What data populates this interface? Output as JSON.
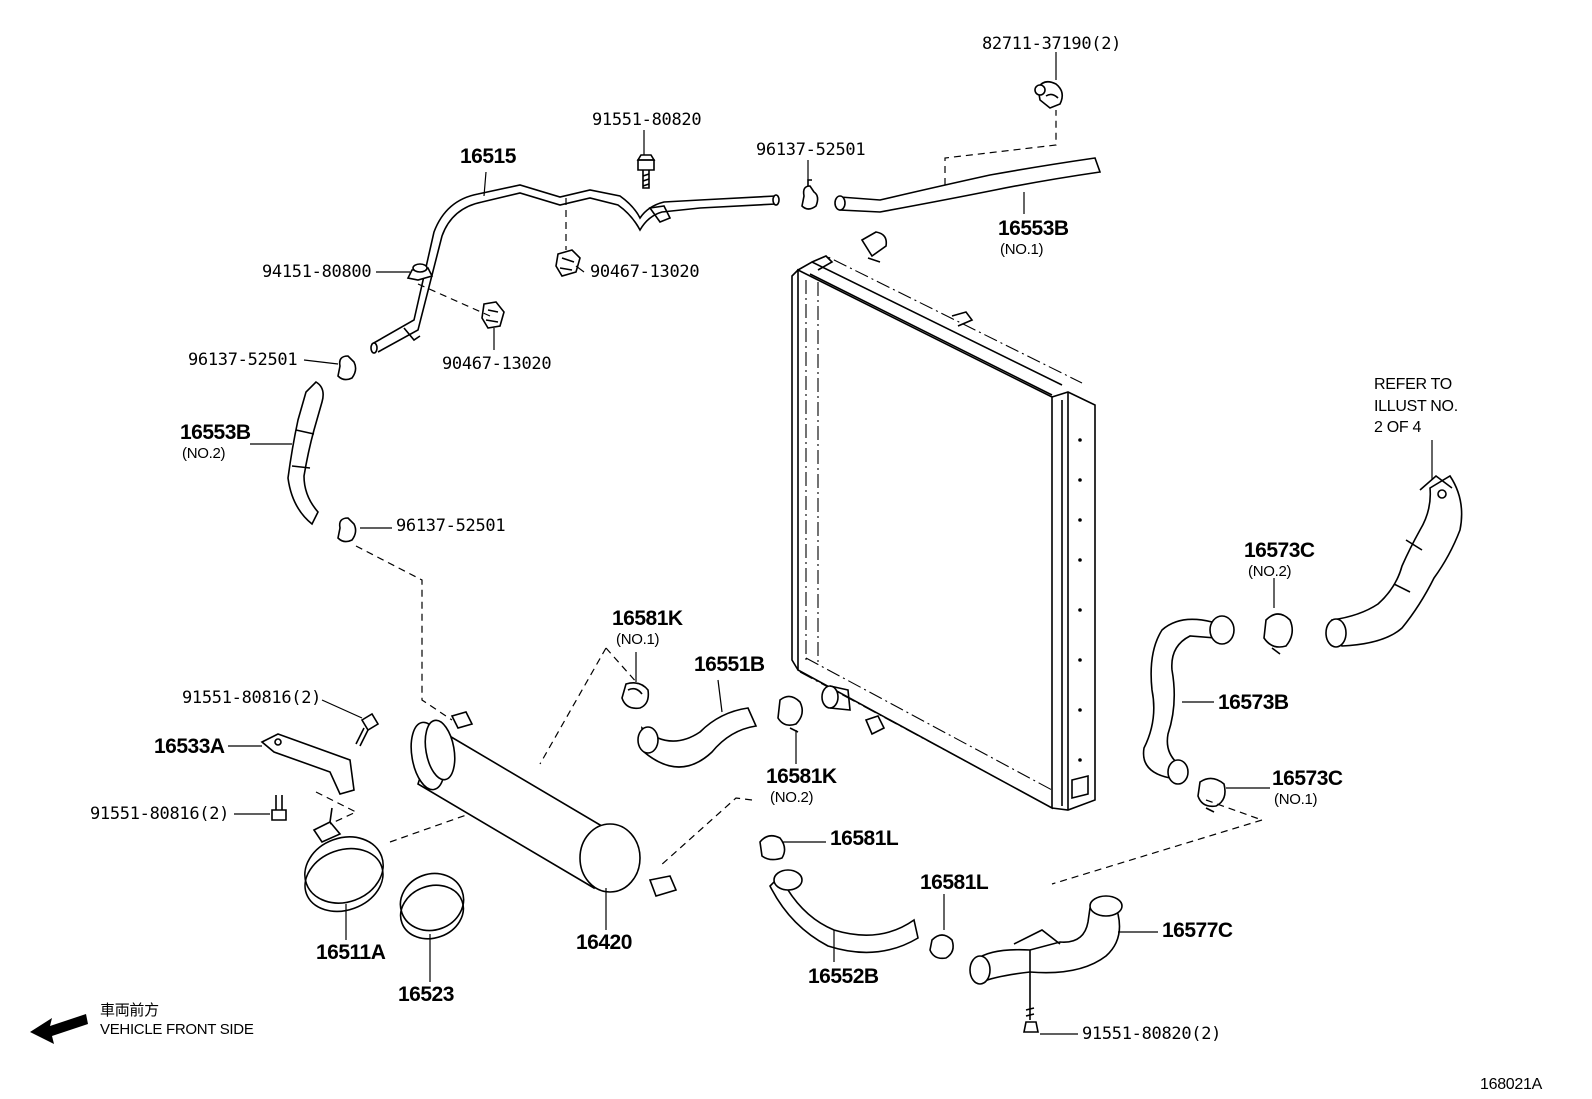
{
  "diagram_id": "168021A",
  "front_marker": {
    "jp": "車両前方",
    "en": "VEHICLE FRONT SIDE"
  },
  "refer_note": {
    "line1": "REFER TO",
    "line2": "ILLUST NO.",
    "line3": "2 OF 4"
  },
  "parts": {
    "p82711": "82711-37190(2)",
    "p91551_80820_top": "91551-80820",
    "p96137_top": "96137-52501",
    "p16515": "16515",
    "p16553B_no1": "16553B",
    "p16553B_no1_sub": "(NO.1)",
    "p94151": "94151-80800",
    "p90467_a": "90467-13020",
    "p90467_b": "90467-13020",
    "p96137_left": "96137-52501",
    "p16553B_no2": "16553B",
    "p16553B_no2_sub": "(NO.2)",
    "p96137_low": "96137-52501",
    "p16581K_no1": "16581K",
    "p16581K_no1_sub": "(NO.1)",
    "p16551B": "16551B",
    "p16581K_no2": "16581K",
    "p16581K_no2_sub": "(NO.2)",
    "p16581L_a": "16581L",
    "p16581L_b": "16581L",
    "p16573C_no2": "16573C",
    "p16573C_no2_sub": "(NO.2)",
    "p16573B": "16573B",
    "p16573C_no1": "16573C",
    "p16573C_no1_sub": "(NO.1)",
    "p91551_80816_a": "91551-80816(2)",
    "p16533A": "16533A",
    "p91551_80816_b": "91551-80816(2)",
    "p16511A": "16511A",
    "p16523": "16523",
    "p16420": "16420",
    "p16552B": "16552B",
    "p16577C": "16577C",
    "p91551_80820_bottom": "91551-80820(2)"
  }
}
